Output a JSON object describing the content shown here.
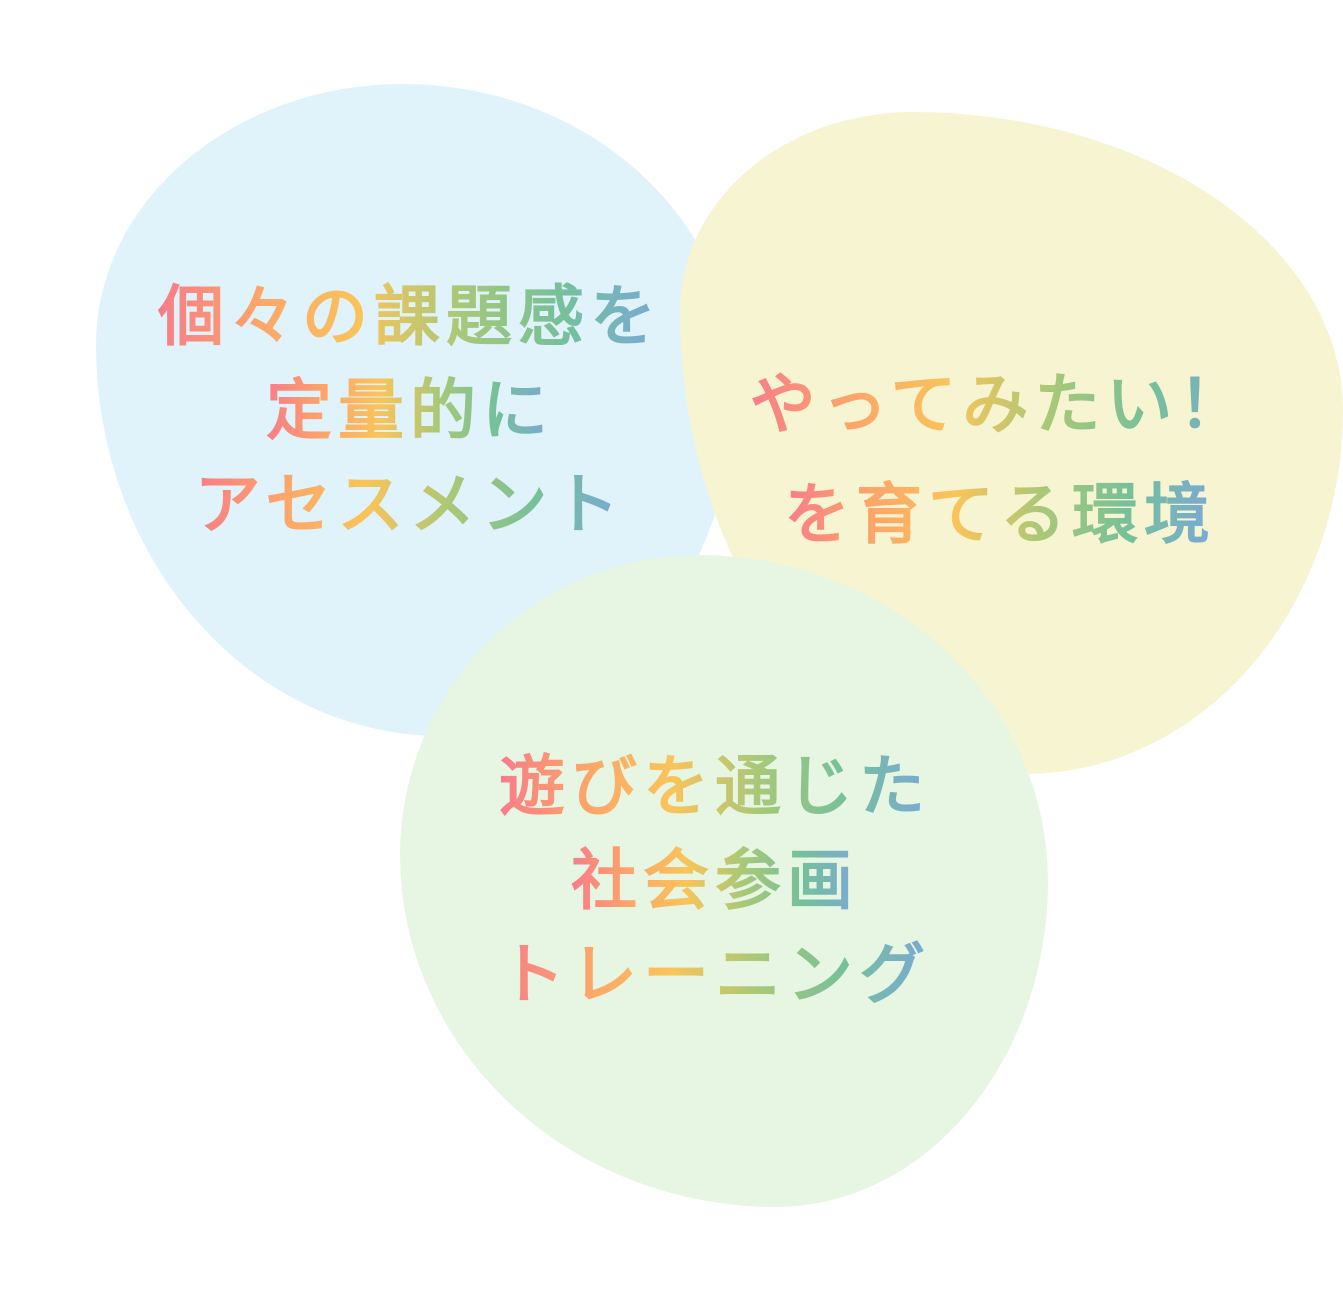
{
  "colors": {
    "background": "#ffffff",
    "blob_blue": "#e0f2fa",
    "blob_yellow": "#f7f4d2",
    "blob_green": "#e6f6e2",
    "gradient": [
      "#f77c8a",
      "#fca56a",
      "#f9c45a",
      "#a8c878",
      "#76c09a",
      "#7aa8d8"
    ]
  },
  "blobs": [
    {
      "id": "assessment",
      "color": "#e0f2fa",
      "lines": [
        "個々の課題感を",
        "定量的に",
        "アセスメント"
      ]
    },
    {
      "id": "environment",
      "color": "#f7f4d2",
      "lines": [
        "やってみたい！",
        "を育てる環境"
      ]
    },
    {
      "id": "training",
      "color": "#e6f6e2",
      "lines": [
        "遊びを通じた",
        "社会参画",
        "トレーニング"
      ]
    }
  ]
}
